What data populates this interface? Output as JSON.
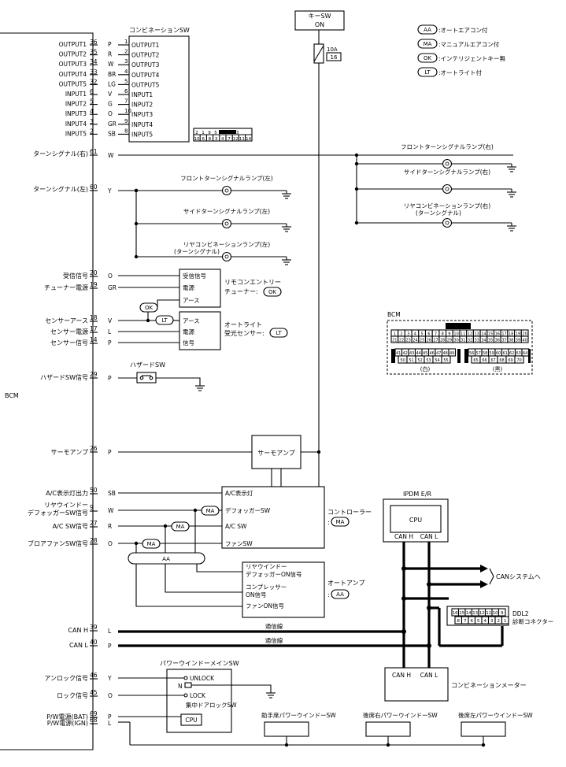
{
  "key_sw": {
    "line1": "キーSW",
    "line2": "ON"
  },
  "fuse": {
    "amp": "10A",
    "num": "16"
  },
  "legend": [
    {
      "code": "AA",
      "text": ":オートエアコン付"
    },
    {
      "code": "MA",
      "text": ":マニュアルエアコン付"
    },
    {
      "code": "OK",
      "text": ":インテリジェントキー無"
    },
    {
      "code": "LT",
      "text": ":オートライト付"
    }
  ],
  "bcm_label": "BCM",
  "combi_sw": {
    "title": "コンビネーションSW",
    "pins": [
      {
        "sig": "OUTPUT1",
        "bcm": "36",
        "color": "P",
        "cpin": "1",
        "cname": "OUTPUT1"
      },
      {
        "sig": "OUTPUT2",
        "bcm": "35",
        "color": "R",
        "cpin": "2",
        "cname": "OUTPUT2"
      },
      {
        "sig": "OUTPUT3",
        "bcm": "34",
        "color": "W",
        "cpin": "3",
        "cname": "OUTPUT3"
      },
      {
        "sig": "OUTPUT4",
        "bcm": "33",
        "color": "BR",
        "cpin": "4",
        "cname": "OUTPUT4"
      },
      {
        "sig": "OUTPUT5",
        "bcm": "32",
        "color": "LG",
        "cpin": "5",
        "cname": "OUTPUT5"
      },
      {
        "sig": "INPUT1",
        "bcm": "6",
        "color": "V",
        "cpin": "6",
        "cname": "INPUT1"
      },
      {
        "sig": "INPUT2",
        "bcm": "5",
        "color": "G",
        "cpin": "7",
        "cname": "INPUT2"
      },
      {
        "sig": "INPUT3",
        "bcm": "4",
        "color": "O",
        "cpin": "10",
        "cname": "INPUT3"
      },
      {
        "sig": "INPUT4",
        "bcm": "3",
        "color": "GR",
        "cpin": "9",
        "cname": "INPUT4"
      },
      {
        "sig": "INPUT5",
        "bcm": "2",
        "color": "SB",
        "cpin": "8",
        "cname": "INPUT5"
      }
    ],
    "connector": {
      "row1": [
        "2",
        "1",
        "9",
        "5",
        "",
        "13"
      ],
      "row2": [
        "10",
        "6",
        "8",
        "3",
        "4",
        "7",
        "12",
        "11",
        "14"
      ]
    }
  },
  "turn_right": {
    "sig": "ターンシグナル(右)",
    "pin": "61",
    "color": "W"
  },
  "turn_left": {
    "sig": "ターンシグナル(左)",
    "pin": "60",
    "color": "Y"
  },
  "lamps_right": [
    {
      "name": "フロントターンシグナルランプ(右)"
    },
    {
      "name": "サイドターンシグナルランプ(右)"
    },
    {
      "name": "リヤコンビネーションランプ(右)",
      "sub": "(ターンシグナル)"
    }
  ],
  "lamps_left": [
    {
      "name": "フロントターンシグナルランプ(左)"
    },
    {
      "name": "サイドターンシグナルランプ(左)"
    },
    {
      "name": "リヤコンビネーションランプ(左)",
      "sub": "(ターンシグナル)"
    }
  ],
  "remote": {
    "pins": [
      {
        "sig": "受信信号",
        "pin": "20",
        "color": "O",
        "term": "受信信号"
      },
      {
        "sig": "チューナー電源",
        "pin": "19",
        "color": "GR",
        "term": "電源"
      },
      {
        "term": "アース"
      }
    ],
    "name1": "リモコンエントリー",
    "name2": "チューナー:",
    "tag": "OK"
  },
  "light_sensor": {
    "pins": [
      {
        "sig": "センサーアース",
        "pin": "18",
        "color": "V",
        "term": "アース"
      },
      {
        "sig": "センサー電源",
        "pin": "17",
        "color": "L",
        "term": "電源"
      },
      {
        "sig": "センサー信号",
        "pin": "14",
        "color": "P",
        "term": "信号"
      }
    ],
    "name1": "オートライト",
    "name2": "受光センサー:",
    "tag": "LT",
    "ok_tag": "OK"
  },
  "hazard": {
    "sig": "ハザードSW信号",
    "pin": "29",
    "color": "P",
    "sw_name": "ハザードSW"
  },
  "thermo": {
    "sig": "サーモアンプ",
    "pin": "26",
    "color": "P",
    "box": "サーモアンプ"
  },
  "ac": {
    "pins": [
      {
        "sig": "A/C表示灯出力",
        "pin": "50",
        "color": "SB",
        "term": "A/C表示灯"
      },
      {
        "sig1": "リヤウインドー",
        "sig2": "デフォッガーSW信号",
        "pin": "9",
        "color": "W",
        "term": "デフォッガーSW"
      },
      {
        "sig": "A/C SW信号",
        "pin": "27",
        "color": "R",
        "term": "A/C SW"
      },
      {
        "sig": "ブロアファンSW信号",
        "pin": "28",
        "color": "O",
        "term": "ファンSW"
      }
    ],
    "ctrl_name": "コントローラー",
    "ctrl_tag": "MA",
    "aa_bus": "AA",
    "amp_terms": [
      {
        "l1": "リヤウインドー",
        "l2": "デフォッガーON信号"
      },
      {
        "l1": "コンプレッサー",
        "l2": "ON信号"
      },
      {
        "l1": "ファンON信号"
      }
    ],
    "amp_name": "オートアンプ",
    "amp_tag": "AA"
  },
  "ipdm": {
    "title": "IPDM E/R",
    "cpu": "CPU",
    "canh": "CAN H",
    "canl": "CAN L"
  },
  "can_system": "CANシステムへ",
  "can": {
    "h": {
      "sig": "CAN H",
      "pin": "39",
      "color": "L"
    },
    "l": {
      "sig": "CAN L",
      "pin": "40",
      "color": "P"
    },
    "line_label": "通信線"
  },
  "ddl": {
    "name1": "DDL2",
    "name2": "診断コネクター",
    "row1": [
      "16",
      "15",
      "14",
      "13",
      "12",
      "11",
      "10",
      "9"
    ],
    "row2": [
      "8",
      "7",
      "6",
      "5",
      "4",
      "3",
      "2",
      "1"
    ]
  },
  "meter": {
    "name": "コンビネーションメーター",
    "canh": "CAN H",
    "canl": "CAN L"
  },
  "bcm_conn": {
    "title": "BCM",
    "row1": [
      "1",
      "2",
      "3",
      "4",
      "5",
      "6",
      "7",
      "8",
      "9",
      "10",
      "11",
      "12",
      "13",
      "14",
      "15",
      "16",
      "17",
      "18",
      "19",
      "20"
    ],
    "row2": [
      "21",
      "22",
      "23",
      "24",
      "25",
      "26",
      "27",
      "28",
      "29",
      "30",
      "31",
      "32",
      "33",
      "34",
      "35",
      "36",
      "37",
      "38",
      "39",
      "40"
    ],
    "white_top": [
      "41",
      "42",
      "43",
      "44",
      "45",
      "46",
      "47",
      "48",
      "49"
    ],
    "white_bot": [
      "50",
      "51",
      "52",
      "53",
      "54",
      "55"
    ],
    "black_top": [
      "56",
      "57",
      "58",
      "59",
      "60",
      "61",
      "62",
      "63",
      "64"
    ],
    "black_bot": [
      "65",
      "66",
      "67",
      "68",
      "69",
      "70"
    ],
    "white_label": "(白)",
    "black_label": "(黒)"
  },
  "pw_main": {
    "title": "パワーウインドーメインSW",
    "unlock": "UNLOCK",
    "n": "N",
    "lock": "LOCK",
    "sub": "集中ドアロックSW",
    "cpu": "CPU"
  },
  "lower_pins": [
    {
      "sig": "アンロック信号",
      "pin": "46",
      "color": "Y"
    },
    {
      "sig": "ロック信号",
      "pin": "45",
      "color": "O"
    },
    {
      "sig": "P/W電源(BAT)",
      "pin": "69",
      "color": "P"
    },
    {
      "sig": "P/W電源(IGN)",
      "pin": "68",
      "color": "L"
    }
  ],
  "pw_sub": [
    {
      "name": "助手席パワーウインドーSW"
    },
    {
      "name": "後席右パワーウインドーSW"
    },
    {
      "name": "後席左パワーウインドーSW"
    }
  ]
}
